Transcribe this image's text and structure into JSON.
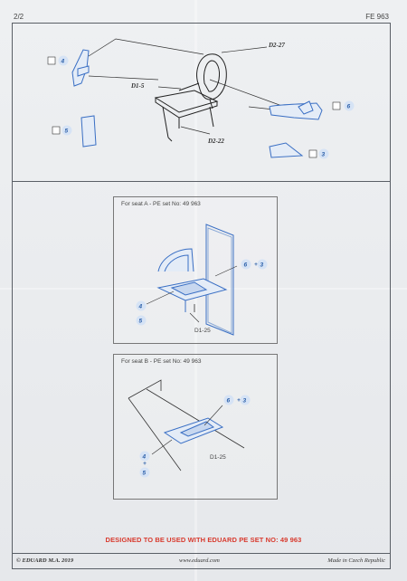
{
  "header": {
    "page": "2/2",
    "code": "FE 963"
  },
  "top": {
    "callouts": [
      "D2-27",
      "D1-5",
      "D2-22"
    ],
    "badges": [
      "4",
      "5",
      "6",
      "3"
    ]
  },
  "panel_a": {
    "title": "For seat A - PE set No: 49 963",
    "part": "D1-25",
    "badge_top_1": "6",
    "plus": "+",
    "badge_top_2": "3",
    "badge_left_1": "4",
    "badge_left_2": "5"
  },
  "panel_b": {
    "title": "For seat B - PE  set No: 49 963",
    "part": "D1-25",
    "badge_top_1": "6",
    "badge_top_2": "3",
    "badge_left_1": "4",
    "badge_left_2": "5"
  },
  "warning": "DESIGNED TO BE USED WITH EDUARD PE SET NO: 49 963",
  "footer": {
    "copyright": "© EDUARD  M.A. 2019",
    "website": "www.eduard.com",
    "origin": "Made in Czech Republic"
  },
  "colors": {
    "accent": "#3a6fc4",
    "badge_fill": "#d6e3f5",
    "warning": "#d83a2e"
  }
}
